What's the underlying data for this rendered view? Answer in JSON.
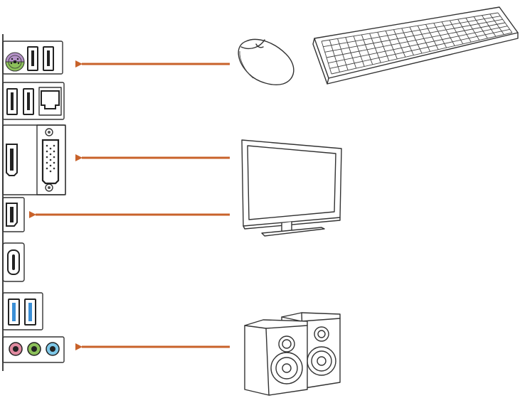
{
  "colors": {
    "arrow": "#C8622A",
    "usb3_blue": "#3B8FD6",
    "ps2_purple": "#B592C8",
    "ps2_green": "#8CC05A",
    "audio_pink": "#E08AA0",
    "audio_green": "#8CC05A",
    "audio_blue": "#7EC8E8",
    "line": "#333333"
  },
  "io_panel": {
    "ports": [
      {
        "name": "ps2-combo-port",
        "icon": "ps2-port-icon"
      },
      {
        "name": "usb2-ports-top",
        "icon": "usb-port-icon"
      },
      {
        "name": "usb-lan-block",
        "icon": "lan-port-icon"
      },
      {
        "name": "hdmi-port",
        "icon": "hdmi-port-icon"
      },
      {
        "name": "vga-port",
        "icon": "vga-port-icon"
      },
      {
        "name": "displayport-port",
        "icon": "displayport-icon"
      },
      {
        "name": "usb-type-c-port",
        "icon": "usb-c-port-icon"
      },
      {
        "name": "usb3-ports",
        "icon": "usb3-port-icon"
      },
      {
        "name": "audio-jacks",
        "icon": "audio-jack-icon"
      }
    ]
  },
  "peripherals": [
    {
      "name": "mouse",
      "icon": "mouse-icon"
    },
    {
      "name": "keyboard",
      "icon": "keyboard-icon"
    },
    {
      "name": "monitor",
      "icon": "monitor-icon"
    },
    {
      "name": "speakers",
      "icon": "speakers-icon"
    }
  ],
  "connections": [
    {
      "from": "mouse",
      "to": "ps2-combo-port"
    },
    {
      "from": "monitor",
      "to": "vga-port"
    },
    {
      "from": "monitor",
      "to": "displayport-port"
    },
    {
      "from": "speakers",
      "to": "audio-jacks"
    }
  ]
}
